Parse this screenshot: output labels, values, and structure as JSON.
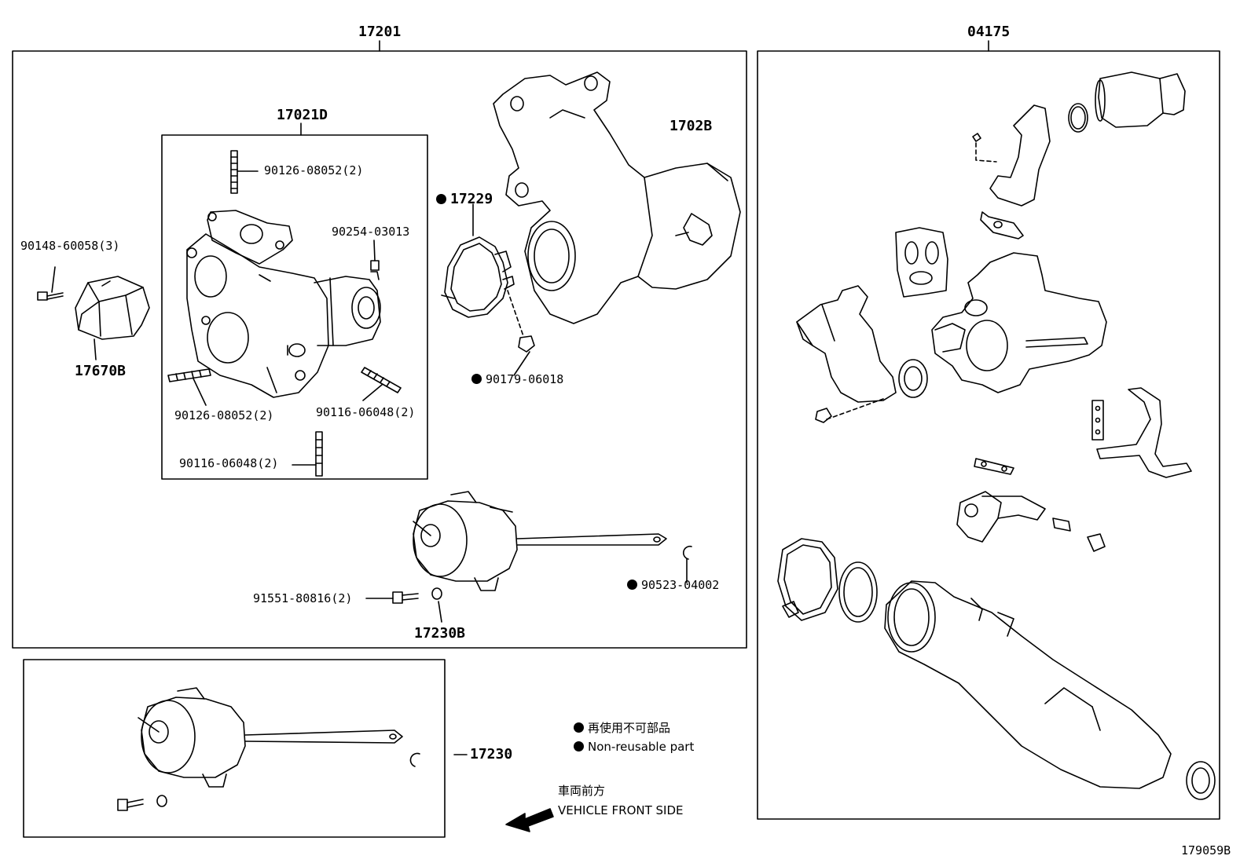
{
  "labels": {
    "assy_17201": "17201",
    "assy_04175": "04175",
    "sub_17021D": "17021D",
    "p_1702B": "1702B",
    "p_17229": "17229",
    "p_90126_top": "90126-08052(2)",
    "p_90254": "90254-03013",
    "p_90148": "90148-60058(3)",
    "p_17670B": "17670B",
    "p_90126_bottom": "90126-08052(2)",
    "p_90116_right": "90116-06048(2)",
    "p_90116_bottom": "90116-06048(2)",
    "p_90179": "90179-06018",
    "p_91551": "91551-80816(2)",
    "p_17230B": "17230B",
    "p_90523": "90523-04002",
    "p_17230": "17230",
    "diagram_id": "179059B"
  },
  "legend": {
    "jp": "再使用不可部品",
    "en": "Non-reusable part"
  },
  "direction": {
    "jp": "車両前方",
    "en": "VEHICLE FRONT SIDE"
  },
  "colors": {
    "line": "#000000",
    "background": "#ffffff"
  }
}
